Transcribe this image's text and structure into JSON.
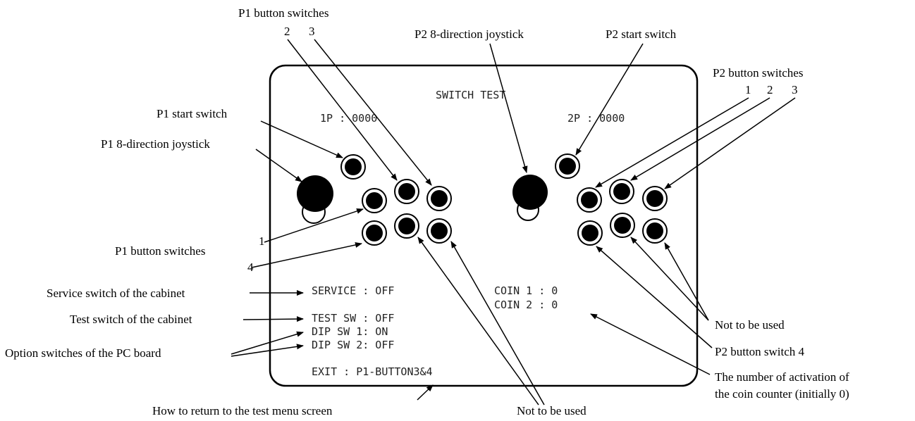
{
  "screen": {
    "title": "SWITCH TEST",
    "p1_counter": "1P : 0000",
    "p2_counter": "2P : 0000",
    "service": "SERVICE : OFF",
    "test_sw": "TEST SW : OFF",
    "dip_sw1": "DIP SW 1: ON",
    "dip_sw2": "DIP SW 2: OFF",
    "exit": "EXIT : P1-BUTTON3&4",
    "coin1": "COIN  1 : 0",
    "coin2": "COIN  2 : 0"
  },
  "callouts": {
    "p1_button_switches_top": "P1 button switches",
    "p1_top_num_2": "2",
    "p1_top_num_3": "3",
    "p2_joystick": "P2 8-direction joystick",
    "p2_start": "P2 start switch",
    "p2_button_switches": "P2 button switches",
    "p2_num_1": "1",
    "p2_num_2": "2",
    "p2_num_3": "3",
    "p1_start": "P1 start switch",
    "p1_joystick": "P1 8-direction joystick",
    "p1_button_switches_left": "P1 button switches",
    "p1_left_num_1": "1",
    "p1_left_num_4": "4",
    "service_switch": "Service switch of the cabinet",
    "test_switch": "Test switch of the cabinet",
    "option_switches": "Option switches of the PC board",
    "how_to_return": "How to return to the test menu screen",
    "not_used_bottom": "Not to be used",
    "not_used_right": "Not to be used",
    "p2_button_4": "P2 button switch 4",
    "coin_counter_line1": "The number of activation of",
    "coin_counter_line2": "the coin counter (initially  0)"
  }
}
